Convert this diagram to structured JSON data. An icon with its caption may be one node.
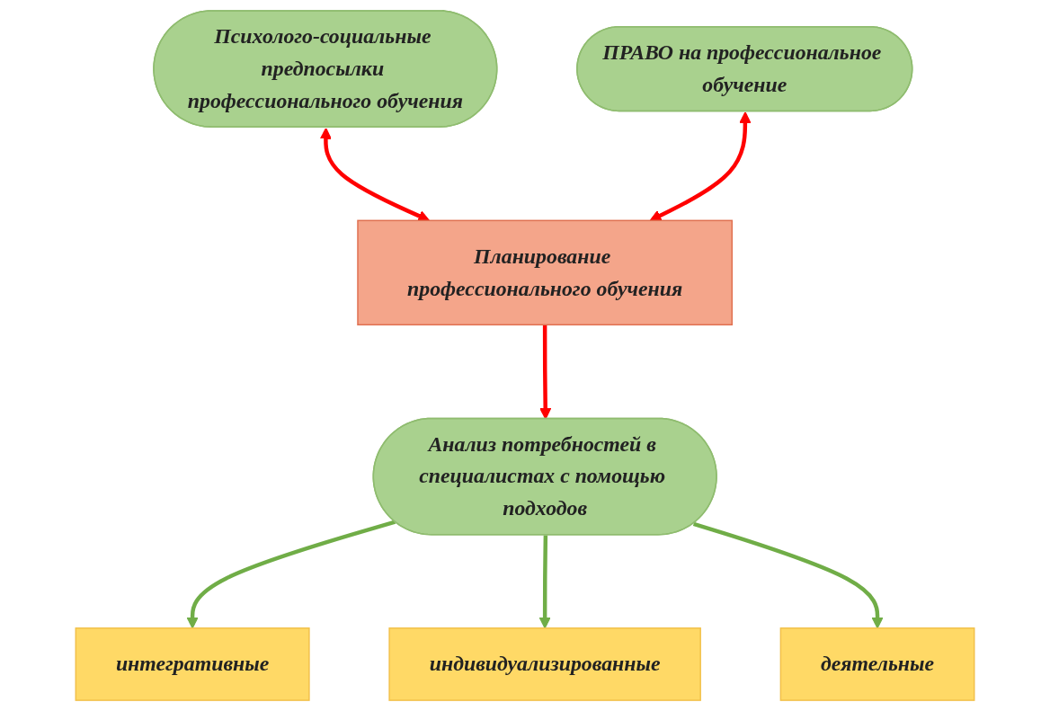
{
  "diagram": {
    "nodes": [
      {
        "text": [
          "Психолого-социальные предпосылки профессионального обучения"
        ]
      },
      {
        "text": [
          "ПРАВО на профессиональное обучение"
        ]
      },
      {
        "text": [
          "Планирование профессионального обучения"
        ]
      },
      {
        "text": [
          "Анализ потребностей в специалистах с помощью подходов"
        ]
      },
      {
        "text": [
          "интегративные"
        ]
      },
      {
        "text": [
          "индивидуализированные"
        ]
      },
      {
        "text": [
          "деятельные"
        ]
      }
    ],
    "edges": [
      {
        "from": 0,
        "to": 2,
        "arrow": "both",
        "color": "#ff0000"
      },
      {
        "from": 1,
        "to": 2,
        "arrow": "both",
        "color": "#ff0000"
      },
      {
        "from": 2,
        "to": 3,
        "arrow": "to",
        "color": "#ff0000"
      },
      {
        "from": 3,
        "to": 4,
        "arrow": "to",
        "color": "#70ad47"
      },
      {
        "from": 3,
        "to": 5,
        "arrow": "to",
        "color": "#70ad47"
      },
      {
        "from": 3,
        "to": 6,
        "arrow": "to",
        "color": "#70ad47"
      }
    ]
  }
}
